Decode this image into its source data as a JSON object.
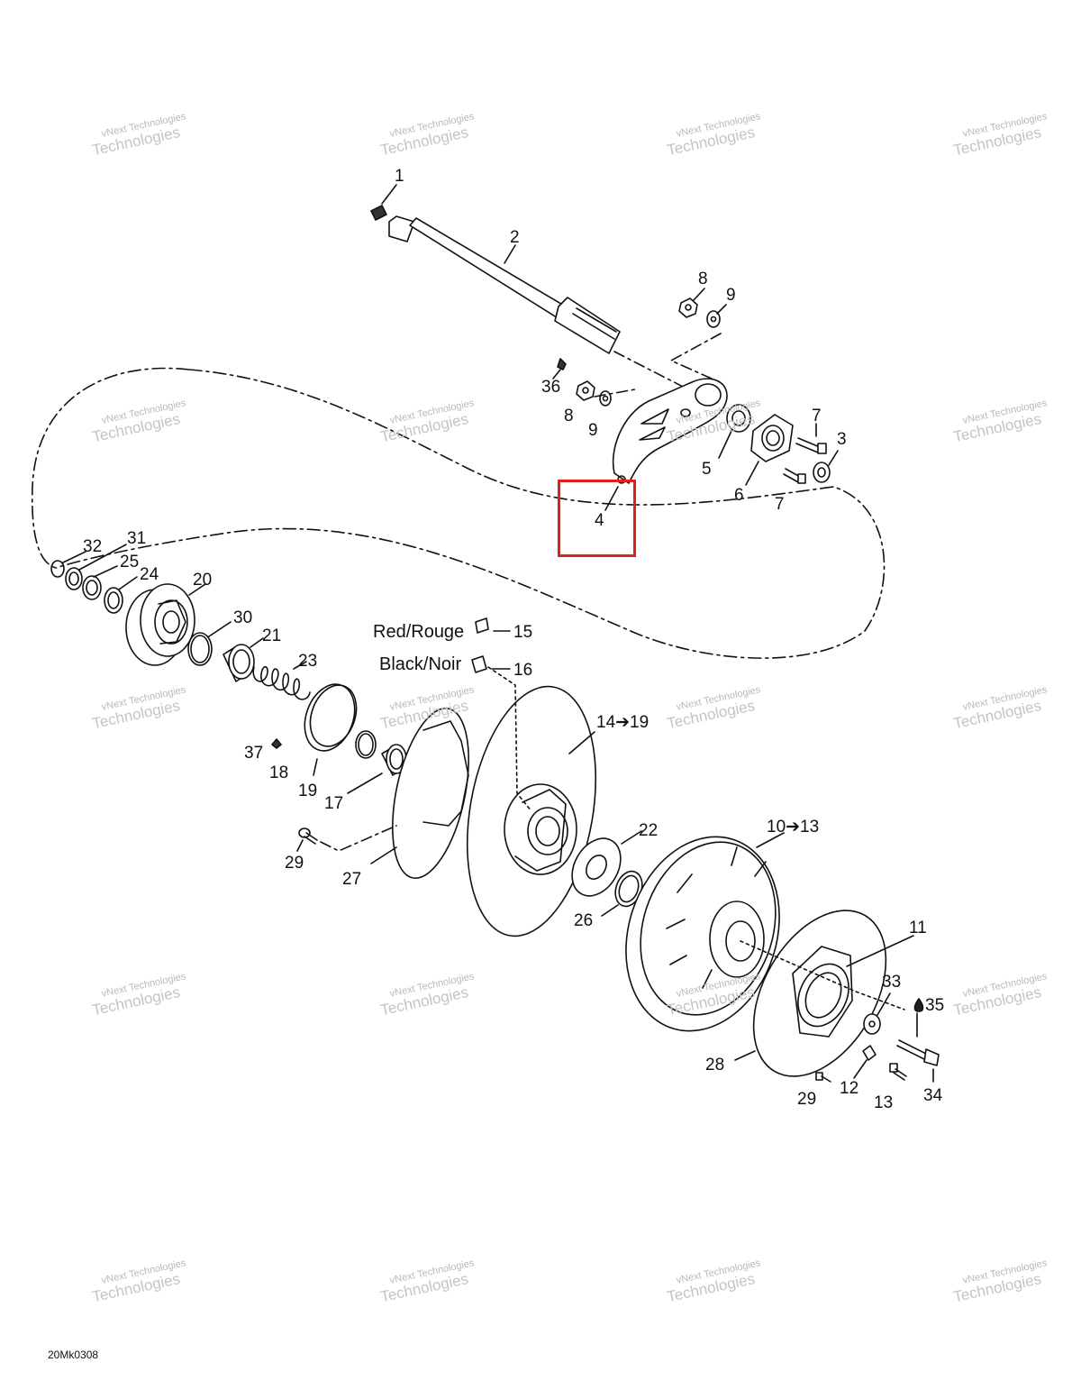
{
  "watermark": {
    "line1": "vNext Technologies",
    "line2": "Technologies"
  },
  "drawing_code": "20Mk0308",
  "color_labels": {
    "red": "Red/Rouge",
    "black": "Black/Noir"
  },
  "callouts": {
    "c1": "1",
    "c2": "2",
    "c3": "3",
    "c4": "4",
    "c5": "5",
    "c6": "6",
    "c7a": "7",
    "c7b": "7",
    "c8a": "8",
    "c8b": "8",
    "c9a": "9",
    "c9b": "9",
    "c10": "10➔13",
    "c11": "11",
    "c12": "12",
    "c13": "13",
    "c14": "14➔19",
    "c15": "15",
    "c16": "16",
    "c17": "17",
    "c18": "18",
    "c19": "19",
    "c20": "20",
    "c21": "21",
    "c22": "22",
    "c23": "23",
    "c24": "24",
    "c25": "25",
    "c26": "26",
    "c27": "27",
    "c28": "28",
    "c29a": "29",
    "c29b": "29",
    "c30": "30",
    "c31": "31",
    "c32": "32",
    "c33": "33",
    "c34": "34",
    "c35": "35",
    "c36": "36",
    "c37": "37"
  },
  "highlight": {
    "color": "#e0201a",
    "target_callout": "4"
  },
  "colors": {
    "line": "#111111",
    "watermark": "#bbbbbb"
  }
}
